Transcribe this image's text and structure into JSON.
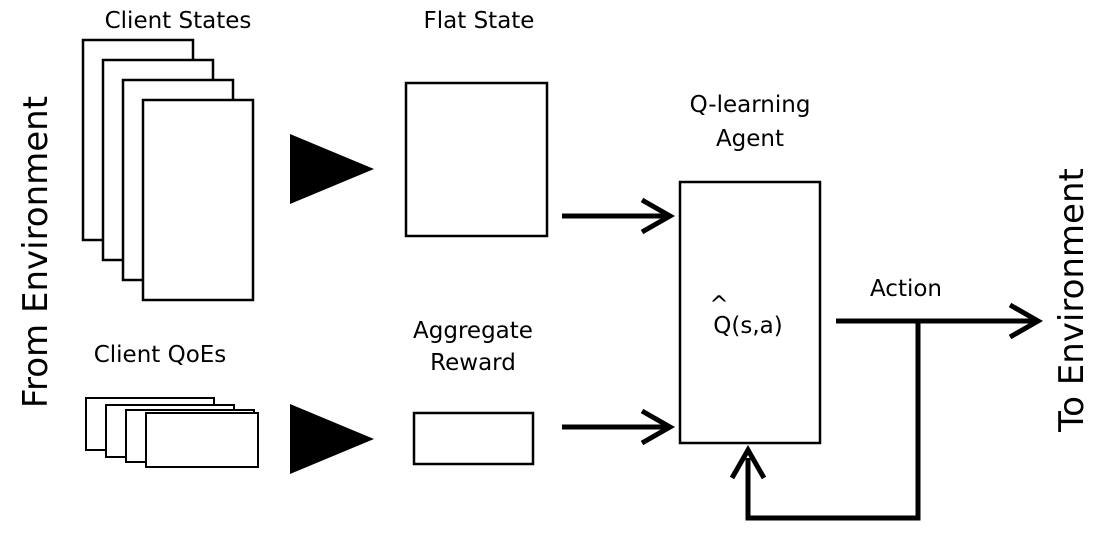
{
  "labels": {
    "client_states": "Client States",
    "flat_state": "Flat State",
    "agent_line1": "Q-learning",
    "agent_line2": "Agent",
    "q_hat": "^",
    "q_function": "Q(s,a)",
    "action": "Action",
    "client_qoes": "Client QoEs",
    "aggregate_line1": "Aggregate",
    "aggregate_line2": "Reward",
    "from_environment": "From Environment",
    "to_environment": "To Environment"
  },
  "colors": {
    "stroke": "#000000",
    "background": "#ffffff"
  }
}
